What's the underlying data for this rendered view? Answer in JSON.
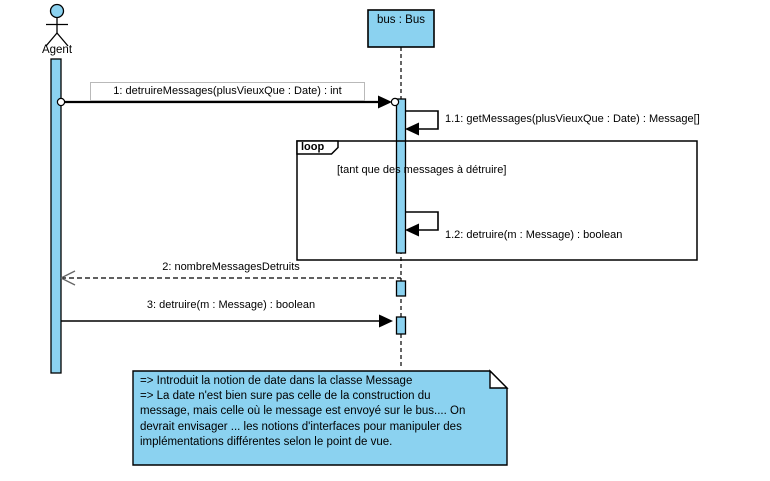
{
  "diagram": {
    "title_hint": "UML sequence diagram",
    "actor": {
      "label": "Agent"
    },
    "object": {
      "label": "bus : Bus"
    },
    "messages": {
      "m1": "1: detruireMessages(plusVieuxQue : Date) : int",
      "m1_1": "1.1: getMessages(plusVieuxQue : Date) : Message[]",
      "m1_2": "1.2: detruire(m : Message) : boolean",
      "m2": "2: nombreMessagesDetruits",
      "m3": "3: detruire(m : Message) : boolean"
    },
    "loop": {
      "operator": "loop",
      "guard": "[tant que des messages à détruire]"
    },
    "note": {
      "text": "=> Introduit la notion de date dans la classe Message\n=> La date n'est bien sure pas celle de la construction du\nmessage, mais celle où le message est envoyé sur le bus.... On\ndevrait envisager ... les notions d'interfaces pour manipuler des\nimplémentations différentes selon le point de vue."
    },
    "colors": {
      "shape_fill": "#8BD2F0",
      "border": "#000000",
      "label_box_border": "#b9b9b9",
      "return_arrowhead": "#666666"
    }
  }
}
